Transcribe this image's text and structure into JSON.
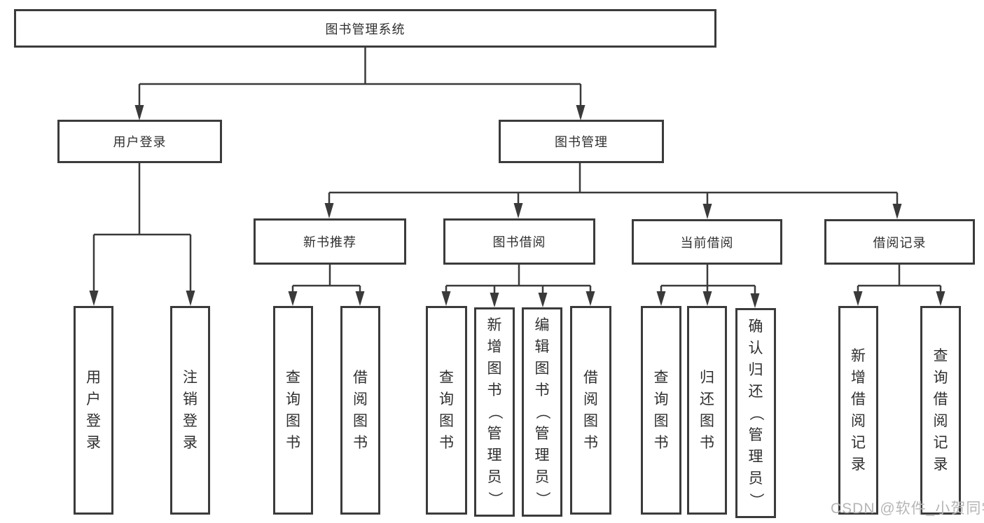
{
  "title": "图书管理系统",
  "nodes": {
    "userLogin": "用户登录",
    "bookMgmt": "图书管理",
    "newBook": "新书推荐",
    "bookBorrow": "图书借阅",
    "currentBorrow": "当前借阅",
    "borrowRecords": "借阅记录"
  },
  "leaves": {
    "userLogin": [
      "用户登录",
      "注销登录"
    ],
    "newBook": [
      "查询图书",
      "借阅图书"
    ],
    "bookBorrow": [
      "查询图书",
      "新增图书（管理员）",
      "编辑图书（管理员）",
      "借阅图书"
    ],
    "currentBorrow": [
      "查询图书",
      "归还图书",
      "确认归还（管理员）"
    ],
    "borrowRecords": [
      "新增借阅记录",
      "查询借阅记录"
    ]
  },
  "watermark": "CSDN @软件_小贺同学",
  "colors": {
    "line": "#3a3a3a",
    "border": "#3b3b3b",
    "text": "#2f2f2f",
    "watermark": "#b5b5b5",
    "background": "#ffffff"
  }
}
